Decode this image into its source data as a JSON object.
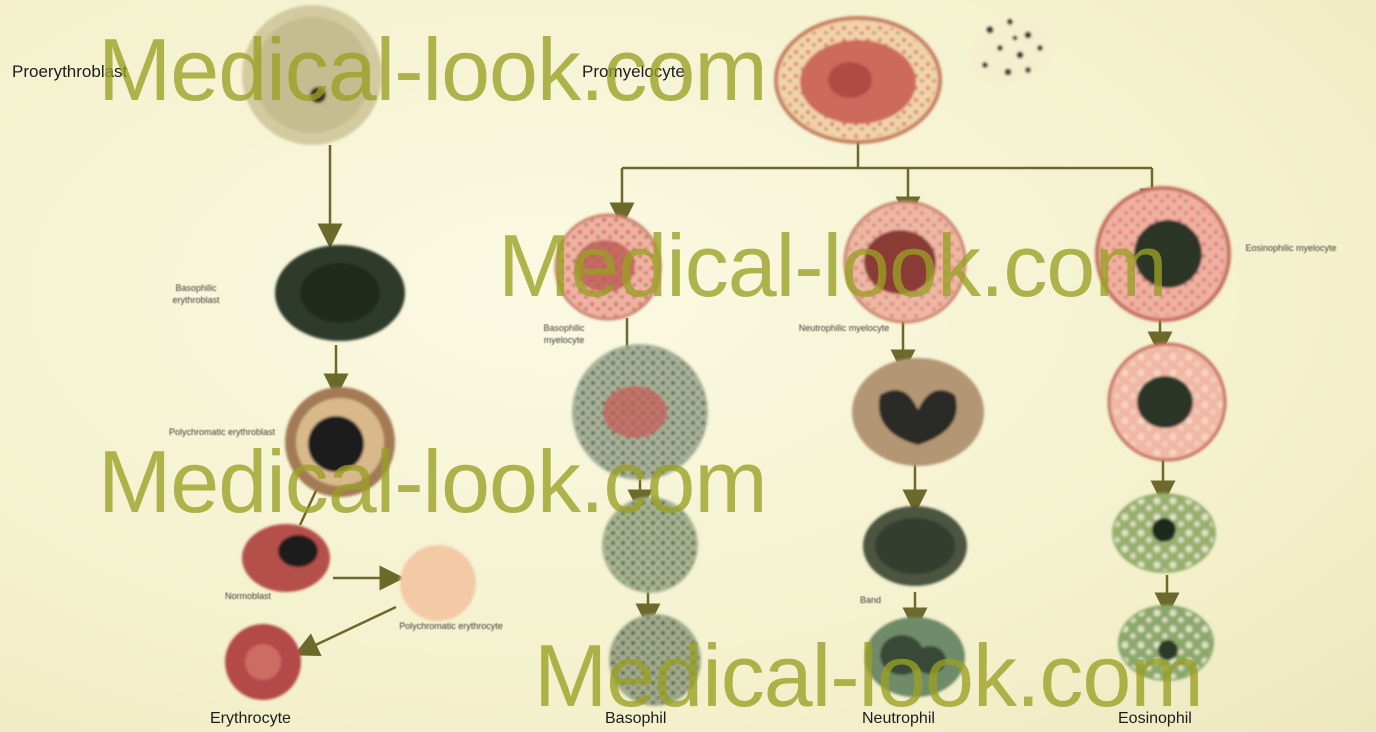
{
  "labels": {
    "proerythroblast": "Proerythroblast",
    "promyelocyte": "Promyelocyte",
    "basophilic_erythroblast": "Basophilic erythroblast",
    "polychromatic_erythroblast": "Polychromatic erythroblast",
    "normoblast": "Normoblast",
    "polychromatic_erythrocyte": "Polychromatic erythrocyte",
    "erythrocyte": "Erythrocyte",
    "basophilic_myelocyte": "Basophilic myelocyte",
    "neutrophilic_myelocyte": "Neutrophilic myelocyte",
    "eosinophilic_myelocyte": "Eosinophilic myelocyte",
    "band": "Band",
    "basophil": "Basophil",
    "neutrophil": "Neutrophil",
    "eosinophil": "Eosinophil"
  },
  "watermark": "Medical-look.com",
  "colors": {
    "background": "#f6f3d2",
    "watermark": "#9aa024",
    "arrow": "#6b6a2a",
    "eosin_pink": "#f0a8a0",
    "nucleus_dark": "#2b3326"
  }
}
